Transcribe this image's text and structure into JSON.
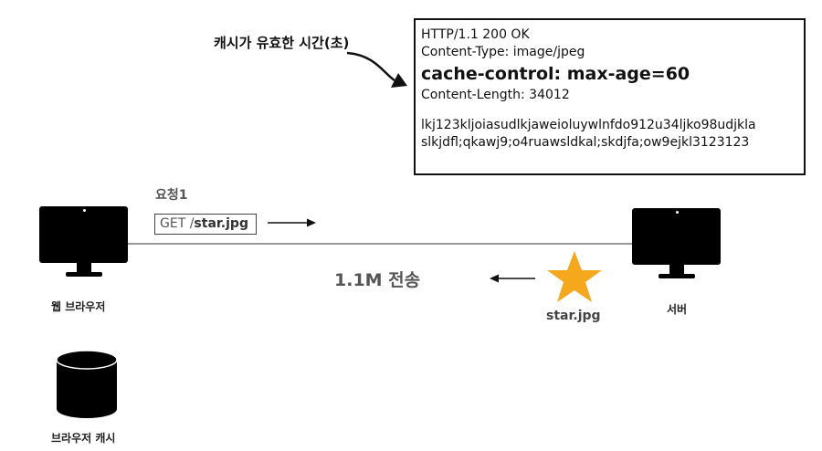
{
  "annotation": {
    "cache_valid_time": "캐시가 유효한 시간(초)"
  },
  "response": {
    "status_line": "HTTP/1.1 200 OK",
    "content_type": "Content-Type: image/jpeg",
    "cache_control": "cache-control: max-age=60",
    "content_length": "Content-Length: 34012",
    "body_line_1": "lkj123kljoiasudlkjaweioluywlnfdo912u34ljko98udjkla",
    "body_line_2": "slkjdfl;qkawj9;o4ruawsldkal;skdjfa;ow9ejkl3123123"
  },
  "request": {
    "title": "요청1",
    "method": "GET /",
    "path": "star.jpg"
  },
  "transfer": {
    "label": "1.1M 전송"
  },
  "client": {
    "label": "웹 브라우저"
  },
  "server": {
    "label": "서버"
  },
  "cache": {
    "label": "브라우저 캐시"
  },
  "resource": {
    "label": "star.jpg",
    "color": "#f5a81c"
  }
}
